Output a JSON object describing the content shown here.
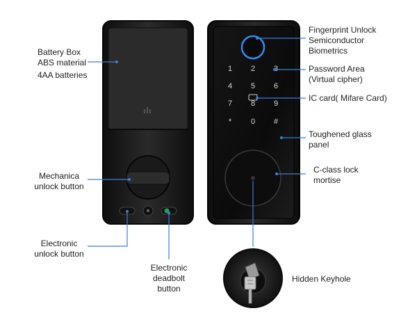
{
  "labels": {
    "battery": {
      "line1": "Battery Box",
      "line2": "ABS material",
      "line3": "4AA batteries"
    },
    "mechanical": {
      "line1": "Mechanica",
      "line2": "unlock button"
    },
    "electronic_unlock": {
      "line1": "Electronic",
      "line2": "unlock button"
    },
    "deadbolt": {
      "line1": "Electronic",
      "line2": "deadbolt",
      "line3": "button"
    },
    "fingerprint": {
      "line1": "Fingerprint Unlock",
      "line2": "Semiconductor",
      "line3": "Biometrics"
    },
    "password": {
      "line1": "Password Area",
      "line2": "(Virtual cipher)"
    },
    "ic_card": {
      "line1": "IC card( Mifare Card)"
    },
    "glass": {
      "line1": "Toughened glass",
      "line2": "panel"
    },
    "mortise": {
      "line1": "C-class lock",
      "line2": "mortise"
    },
    "keyhole": {
      "line1": "Hidden Keyhole"
    }
  },
  "keypad": [
    "1",
    "2",
    "3",
    "4",
    "5",
    "6",
    "7",
    "8",
    "9",
    "*",
    "0",
    "#"
  ],
  "colors": {
    "leader": "#3b7fd9",
    "lock_body": "#1c1c1c",
    "fingerprint_ring": "#2e8df0",
    "deadbolt_indicator": "#1fa34a"
  },
  "icons": {
    "fingerprint": "fingerprint-ring-icon",
    "card": "card-icon",
    "keyhole": "key-icon",
    "screw": "screw-icon"
  }
}
